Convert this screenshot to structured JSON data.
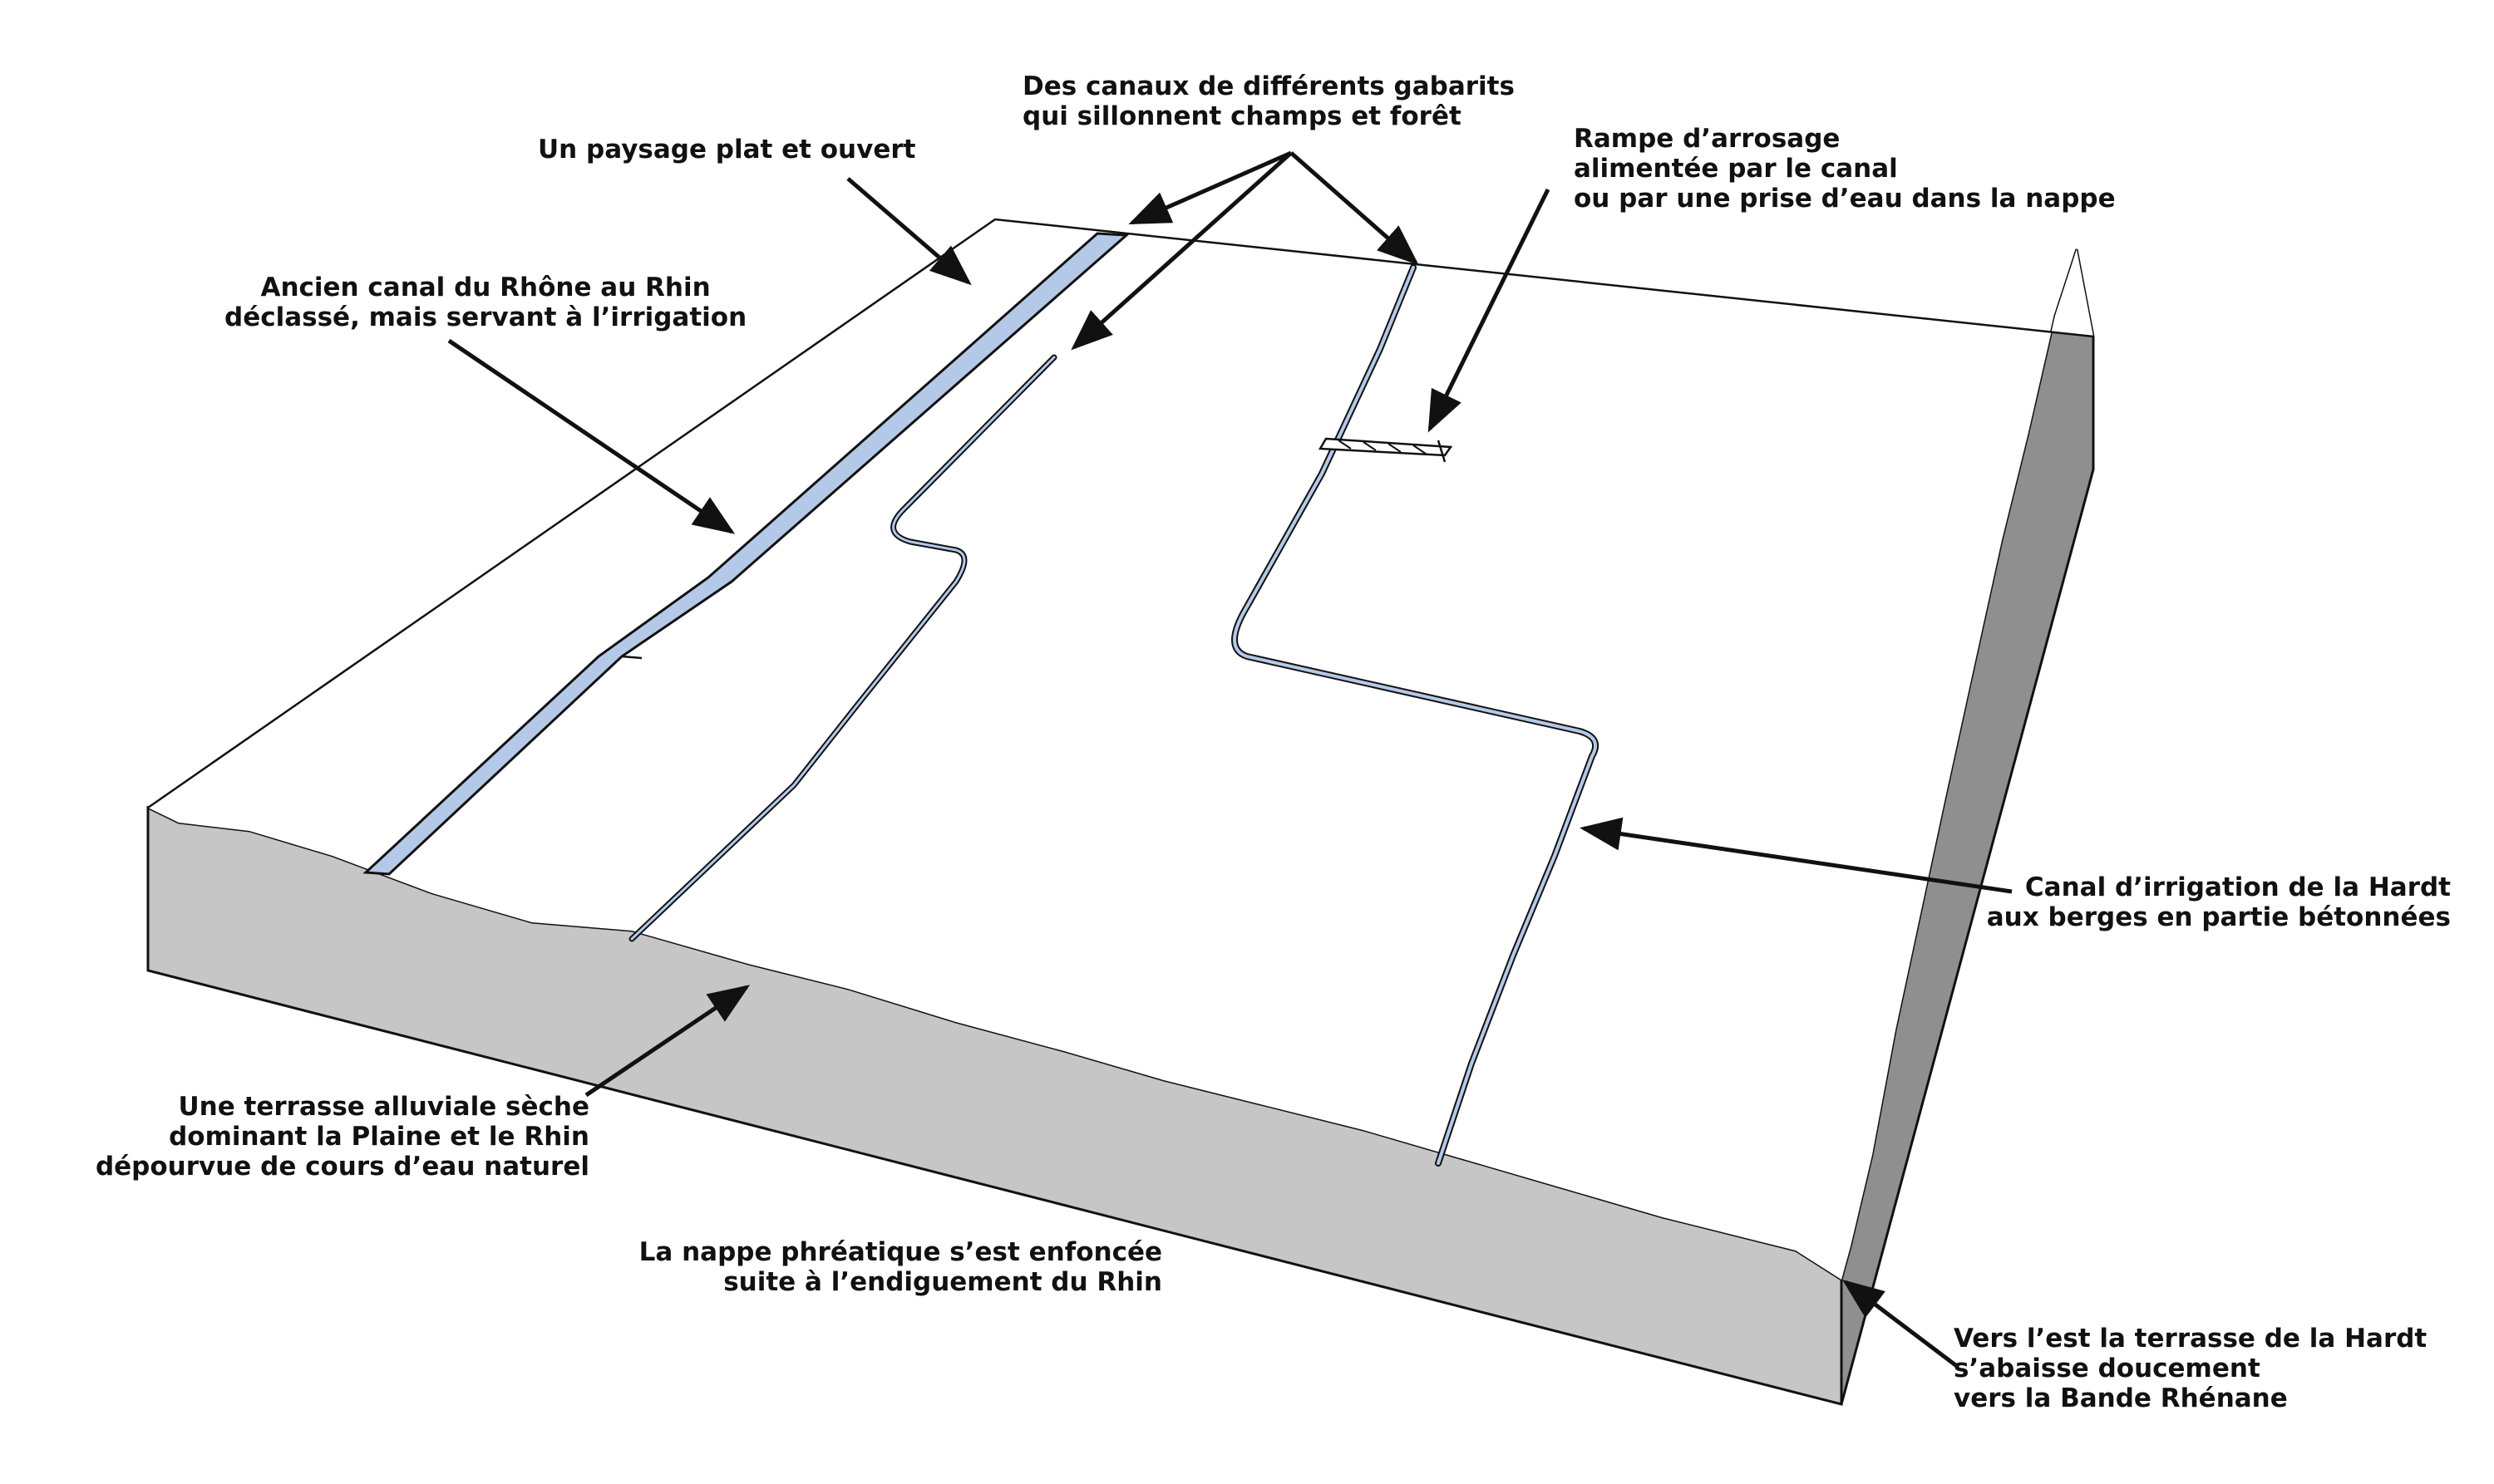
{
  "colors": {
    "background": "#ffffff",
    "terrace_top": "#ffffff",
    "front_face": "#c6c6c6",
    "right_face": "#8f8f8f",
    "canal_water": "#b4c9e8",
    "outline": "#111111"
  },
  "labels": {
    "paysage": {
      "lines": [
        "Un paysage plat et ouvert"
      ]
    },
    "ancien_canal": {
      "lines": [
        "Ancien canal du Rhône au Rhin",
        "déclassé, mais servant à l’irrigation"
      ]
    },
    "canaux": {
      "lines": [
        "Des canaux de différents gabarits",
        "qui sillonnent champs et forêt"
      ]
    },
    "rampe": {
      "lines": [
        "Rampe d’arrosage",
        "alimentée par le canal",
        "ou par une prise d’eau dans la nappe"
      ]
    },
    "canal_hardt": {
      "lines": [
        "Canal d’irrigation de la Hardt",
        "aux berges en partie bétonnées"
      ]
    },
    "terrasse": {
      "lines": [
        "Une terrasse alluviale sèche",
        "dominant la Plaine et le Rhin",
        "dépourvue de cours d’eau naturel"
      ]
    },
    "nappe": {
      "lines": [
        "La nappe phréatique s’est enfoncée",
        "suite à l’endiguement du Rhin"
      ]
    },
    "est": {
      "lines": [
        "Vers l’est la terrasse de la Hardt",
        "s’abaisse doucement",
        "vers la Bande Rhénane"
      ]
    }
  }
}
